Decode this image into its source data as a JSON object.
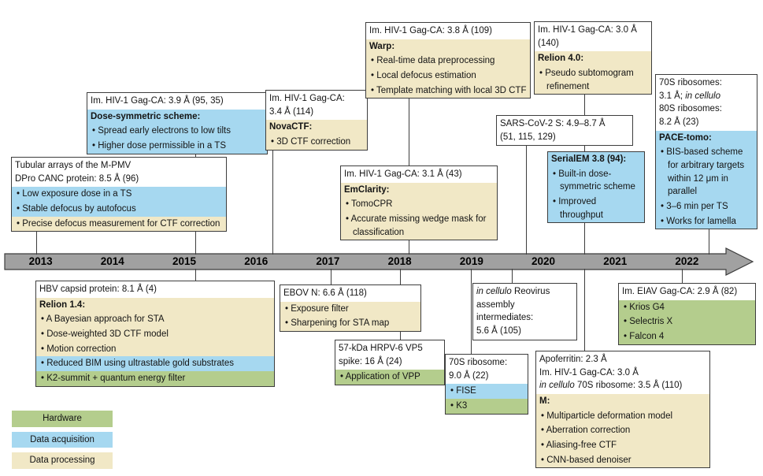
{
  "colors": {
    "hardware_green": "#b4cd8d",
    "acquisition_blue": "#a6d8f0",
    "processing_tan": "#f1e8c6",
    "bar_gray": "#a1a1a1",
    "line_dark": "#3d3d3d"
  },
  "timeline": {
    "years": [
      "2013",
      "2014",
      "2015",
      "2016",
      "2017",
      "2018",
      "2019",
      "2020",
      "2021",
      "2022"
    ]
  },
  "legend": {
    "hardware": "Hardware",
    "acquisition": "Data acquisition",
    "processing": "Data processing"
  },
  "boxes": {
    "mpmv": {
      "header_l1": "Tubular arrays of the M-PMV",
      "header_l2": "DPro CANC protein: 8.5 Å (96)",
      "l1": "• Low exposure dose in a TS",
      "l2": "• Stable defocus by autofocus",
      "l3": "• Precise defocus measurement for CTF correction"
    },
    "dose_symmetric": {
      "header": "Im. HIV-1 Gag-CA: 3.9 Å (95, 35)",
      "title": "Dose-symmetric scheme:",
      "l1": "• Spread early electrons to low tilts",
      "l2": "• Higher dose permissible in a TS"
    },
    "novactf": {
      "header_l1": "Im. HIV-1 Gag-CA:",
      "header_l2": "3.4 Å (114)",
      "title": "NovaCTF:",
      "l1": "• 3D CTF correction"
    },
    "warp": {
      "header": "Im. HIV-1 Gag-CA: 3.8 Å (109)",
      "title": "Warp:",
      "l1": "• Real-time data preprocessing",
      "l2": "• Local defocus estimation",
      "l3": "• Template matching with local 3D CTF"
    },
    "emclarity": {
      "header": "Im. HIV-1 Gag-CA: 3.1 Å (43)",
      "title": "EmClarity:",
      "l1": "• TomoCPR",
      "l2": "• Accurate missing wedge mask for classification"
    },
    "relion4": {
      "header_l1": "Im. HIV-1 Gag-CA: 3.0 Å",
      "header_l2": "(140)",
      "title": "Relion 4.0:",
      "l1": "• Pseudo subtomogram refinement"
    },
    "sars": {
      "header_l1": "SARS-CoV-2 S: 4.9–8.7 Å",
      "header_l2": "(51, 115, 129)"
    },
    "serialem": {
      "title": "SerialEM 3.8 (94):",
      "l1": "• Built-in dose-symmetric scheme",
      "l2": "• Improved throughput"
    },
    "pace": {
      "header_l1": "70S ribosomes:",
      "header_l2_pre": "3.1 Å; ",
      "header_l2_italic": "in cellulo",
      "header_l3": "80S ribosomes:",
      "header_l4": "8.2 Å (23)",
      "title": "PACE-tomo:",
      "l1": "• BIS-based scheme for arbitrary targets within 12 μm in parallel",
      "l2": "• 3–6 min per TS",
      "l3": "• Works for lamella"
    },
    "hbv": {
      "header": "HBV capsid protein: 8.1 Å (4)",
      "title": "Relion 1.4:",
      "l1": "• A Bayesian approach for STA",
      "l2": "• Dose-weighted 3D CTF model",
      "l3": "• Motion correction",
      "l4": "• Reduced BIM using ultrastable gold substrates",
      "l5": "• K2-summit + quantum energy filter"
    },
    "ebov": {
      "header": "EBOV N: 6.6 Å (118)",
      "l1": "• Exposure filter",
      "l2": "• Sharpening for STA map"
    },
    "hrpv": {
      "header": "57-kDa HRPV-6 VP5 spike: 16 Å (24)",
      "l1": "• Application of VPP"
    },
    "ribosome70s": {
      "header_l1": "70S ribosome:",
      "header_l2": "9.0 Å (22)",
      "l1": "• FISE",
      "l2": "• K3"
    },
    "reovirus": {
      "header_l1_italic": "in cellulo",
      "header_l1_rest": " Reovirus",
      "header_l2": "assembly",
      "header_l3": "intermediates:",
      "header_l4": "5.6 Å (105)"
    },
    "m_software": {
      "header_l1": "Apoferritin: 2.3 Å",
      "header_l2": "Im. HIV-1 Gag-CA: 3.0 Å",
      "header_l3_italic": "in cellulo",
      "header_l3_rest": " 70S ribosome: 3.5 Å (110)",
      "title": "M:",
      "l1": "• Multiparticle deformation model",
      "l2": "• Aberration correction",
      "l3": "• Aliasing-free CTF",
      "l4": "• CNN-based denoiser"
    },
    "eiav": {
      "header": "Im. EIAV Gag-CA: 2.9 Å (82)",
      "l1": "• Krios G4",
      "l2": "• Selectris X",
      "l3": "• Falcon 4"
    }
  }
}
